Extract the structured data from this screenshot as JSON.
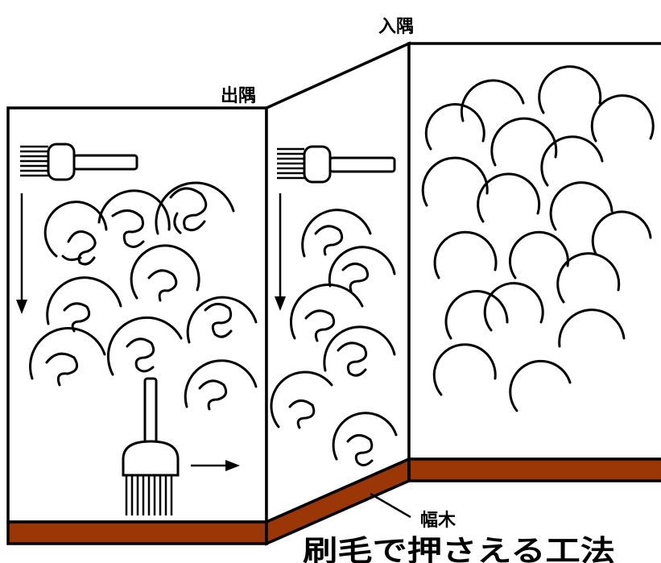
{
  "labels": {
    "outside_corner": "出隅",
    "inside_corner": "入隅",
    "baseboard": "幅木",
    "title": "刷毛で押さえる工法"
  },
  "colors": {
    "baseboard": "#9B3606",
    "line": "#000000",
    "background": "#FFFFFF"
  },
  "icons": {
    "brush": "brush-icon",
    "stroke_direction": "arrow-icon"
  }
}
